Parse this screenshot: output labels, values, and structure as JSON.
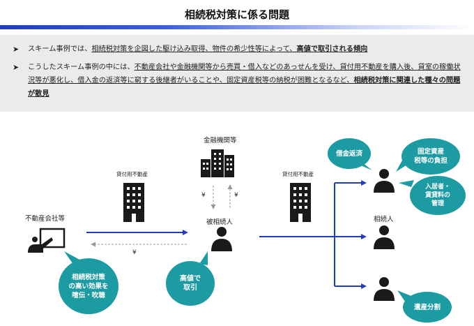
{
  "title": "相続税対策に係る問題",
  "summary": {
    "bullet_mark": "➤",
    "bullet1": {
      "pre": "スキーム事例では、",
      "u1": "相続税対策を企図した駆け込み取得、物件の希少性等によって、",
      "b1": "高値で取引される傾向"
    },
    "bullet2": {
      "pre": "こうしたスキーム事例の中には、",
      "u1": "不動産会社や金融機関等から売買・借入などのあっせんを受け、貸付用不動産を購入後、貸室の稼働状況等が悪化し、借入金の返済等に窮する後継者がいることや、固定資産税等の納税が困難となるなど、",
      "b1": "相続税対策に関連した種々の問題が散見"
    }
  },
  "diagram": {
    "realtor_label": "不動産会社等",
    "bank_label": "金融機関等",
    "rental_label_left": "貸付用不動産",
    "rental_label_right": "貸付用不動産",
    "decedent_label": "被相続人",
    "heir_label": "相続人",
    "yen_left": "¥",
    "yen_right": "¥",
    "yen_bottom": "¥",
    "bubbles": {
      "promo": "相続税対策\nの高い効果を\n喧伝・吹聴",
      "high_price": "高値で\n取引",
      "loan_repay": "借金返済",
      "fixed_tax": "固定資産\n税等の負担",
      "tenant": "入居者・\n賃貸料の\n管理",
      "inheritance": "遺産分割"
    }
  },
  "colors": {
    "accent_blue": "#1f3dbf",
    "bubble_teal": "#1d9ba3",
    "icon_dark": "#1a1a1a",
    "summary_bg": "#ebebeb"
  }
}
